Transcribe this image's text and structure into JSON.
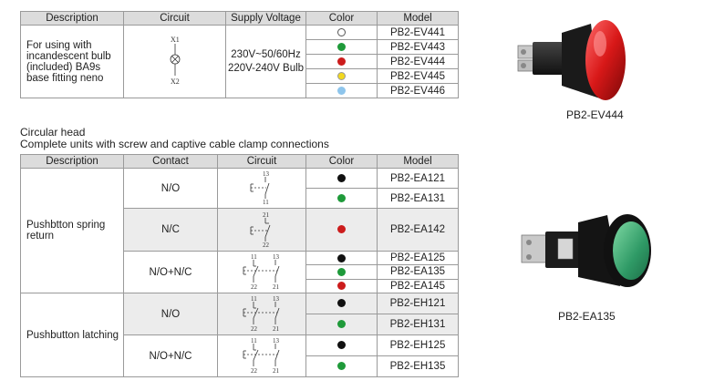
{
  "table1": {
    "headers": [
      "Description",
      "Circuit",
      "Supply Voltage",
      "Color",
      "Model"
    ],
    "description": "For using with incandescent bulb (included) BA9s base fitting neno",
    "circuit_labels": [
      "X1",
      "X2"
    ],
    "voltage_lines": [
      "230V~50/60Hz",
      "220V-240V Bulb"
    ],
    "rows": [
      {
        "color": "#ffffff",
        "color_name": "white",
        "model": "PB2-EV441"
      },
      {
        "color": "#1f9a3a",
        "color_name": "green",
        "model": "PB2-EV443"
      },
      {
        "color": "#cc1c1c",
        "color_name": "red",
        "model": "PB2-EV444"
      },
      {
        "color": "#f2d81f",
        "color_name": "yellow",
        "model": "PB2-EV445"
      },
      {
        "color": "#8ec5ec",
        "color_name": "blue",
        "model": "PB2-EV446"
      }
    ]
  },
  "section": {
    "title": "Circular head",
    "subtitle": "Complete units with screw and captive cable clamp connections"
  },
  "table2": {
    "headers": [
      "Description",
      "Contact",
      "Circuit",
      "Color",
      "Model"
    ],
    "groups": [
      {
        "description": "Pushbtton spring return",
        "contacts": [
          {
            "contact": "N/O",
            "circuit": "no",
            "terminals": [
              "13",
              "11"
            ],
            "rows": [
              {
                "color": "#111111",
                "model": "PB2-EA121"
              },
              {
                "color": "#1f9a3a",
                "model": "PB2-EA131"
              }
            ]
          },
          {
            "contact": "N/C",
            "circuit": "nc",
            "terminals": [
              "21",
              "22"
            ],
            "rows": [
              {
                "color": "#cc1c1c",
                "model": "PB2-EA142"
              }
            ]
          },
          {
            "contact": "N/O+N/C",
            "circuit": "nonc",
            "terminals": [
              "11",
              "13",
              "22",
              "21"
            ],
            "rows": [
              {
                "color": "#111111",
                "model": "PB2-EA125"
              },
              {
                "color": "#1f9a3a",
                "model": "PB2-EA135"
              },
              {
                "color": "#cc1c1c",
                "model": "PB2-EA145"
              }
            ]
          }
        ]
      },
      {
        "description": "Pushbutton latching",
        "contacts": [
          {
            "contact": "N/O",
            "circuit": "nonc",
            "terminals": [
              "11",
              "13",
              "22",
              "21"
            ],
            "rows": [
              {
                "color": "#111111",
                "model": "PB2-EH121"
              },
              {
                "color": "#1f9a3a",
                "model": "PB2-EH131"
              }
            ]
          },
          {
            "contact": "N/O+N/C",
            "circuit": "nonc",
            "terminals": [
              "11",
              "13",
              "22",
              "21"
            ],
            "rows": [
              {
                "color": "#111111",
                "model": "PB2-EH125"
              },
              {
                "color": "#1f9a3a",
                "model": "PB2-EH135"
              }
            ]
          }
        ]
      }
    ]
  },
  "products": [
    {
      "label": "PB2-EV444",
      "icon": "red-pilot-light-image"
    },
    {
      "label": "PB2-EA135",
      "icon": "green-pushbutton-image"
    }
  ]
}
